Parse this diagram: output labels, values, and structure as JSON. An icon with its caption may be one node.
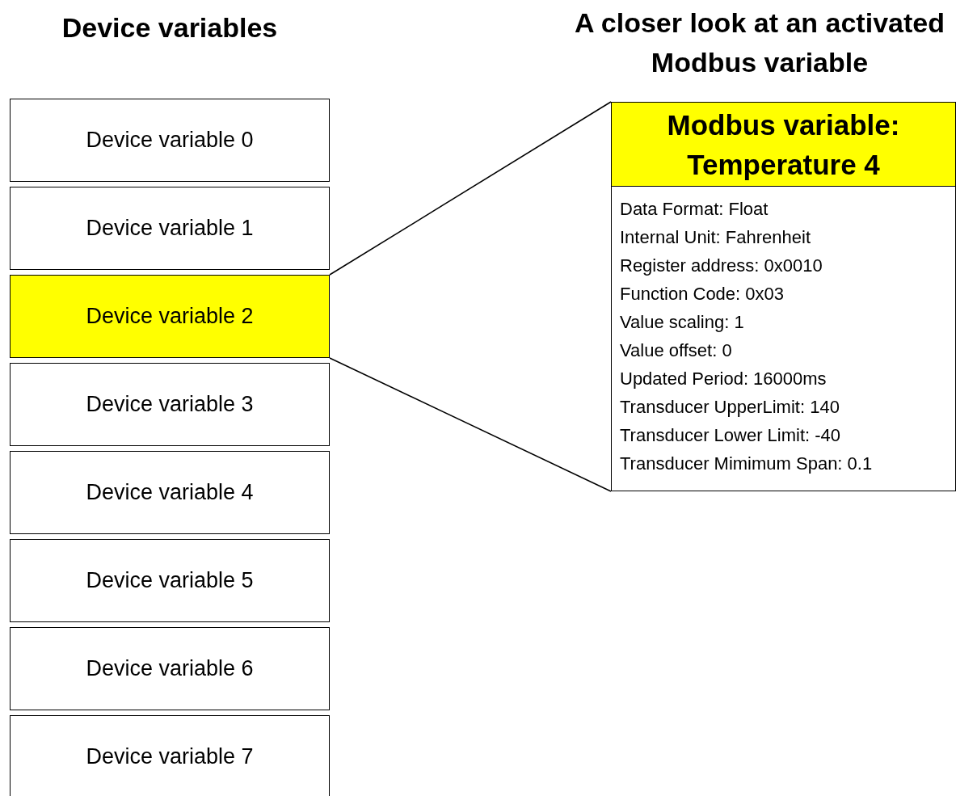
{
  "diagram": {
    "nodes": [
      {
        "text": [
          "Device variable 0"
        ]
      },
      {
        "text": [
          "Device variable 1"
        ]
      },
      {
        "text": [
          "Device variable 2"
        ]
      },
      {
        "text": [
          "Device variable 3"
        ]
      },
      {
        "text": [
          "Device variable 4"
        ]
      },
      {
        "text": [
          "Device variable 5"
        ]
      },
      {
        "text": [
          "Device variable 6"
        ]
      },
      {
        "text": [
          "Device variable 7"
        ]
      },
      {
        "text": [
          "Modbus variable: Temperature 4",
          "Data Format: Float",
          "Internal Unit: Fahrenheit",
          "Register address: 0x0010",
          "Function Code: 0x03",
          "Value scaling: 1",
          "Value offset: 0",
          "Updated Period: 16000ms",
          "Transducer UpperLimit: 140",
          "Transducer Lower Limit: -40",
          "Transducer Mimimum Span: 0.1"
        ]
      }
    ],
    "edges": [
      {
        "from": 2,
        "to": 8,
        "arrow": "none"
      },
      {
        "from": 2,
        "to": 8,
        "arrow": "none"
      }
    ],
    "labels": [
      "Device variables",
      "A closer look at an activated Modbus variable"
    ]
  }
}
